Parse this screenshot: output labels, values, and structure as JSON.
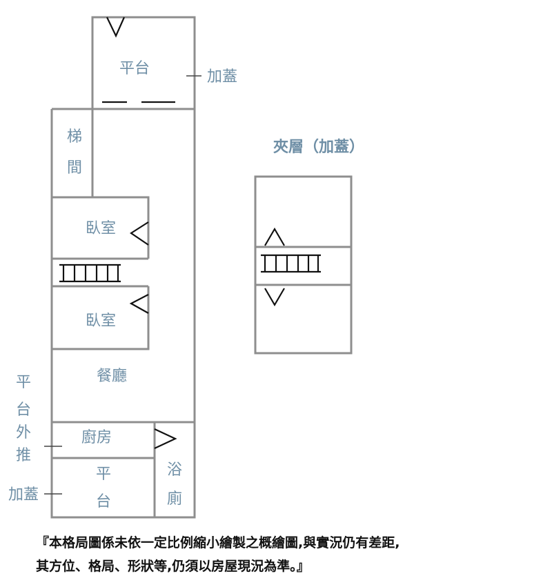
{
  "main_floor": {
    "rooms": {
      "platform_top": "平台",
      "stairwell": [
        "梯",
        "間"
      ],
      "bedroom_1": "臥室",
      "bedroom_2": "臥室",
      "dining_room": "餐廳",
      "kitchen": "廚房",
      "platform_bottom": [
        "平",
        "台"
      ],
      "bathroom": [
        "浴",
        "廁"
      ]
    },
    "annotations": {
      "top_addition": "加蓋",
      "platform_extended": [
        "平",
        "台",
        "外",
        "推"
      ],
      "bottom_addition": "加蓋"
    }
  },
  "mezzanine": {
    "title": "夾層（加蓋）"
  },
  "disclaimer": {
    "line_1": "『本格局圖係未依一定比例縮小繪製之概繪圖,與實況仍有差距,",
    "line_2": "其方位、格局、形狀等,仍須以房屋現況為準。』"
  }
}
